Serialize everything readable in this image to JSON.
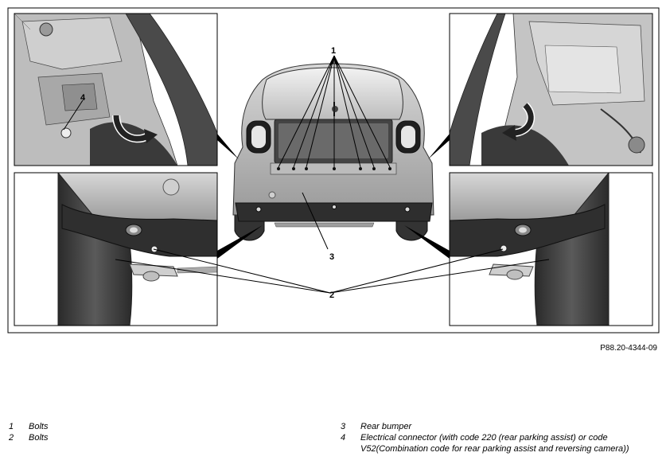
{
  "diagram": {
    "callouts": {
      "c1": "1",
      "c2": "2",
      "c3": "3",
      "c4": "4"
    },
    "figure_code": "P88.20-4344-09",
    "legend": [
      {
        "num": "1",
        "text": "Bolts"
      },
      {
        "num": "2",
        "text": "Bolts"
      },
      {
        "num": "3",
        "text": "Rear bumper"
      },
      {
        "num": "4",
        "text": "Electrical connector (with code 220 (rear parking assist) or code V52(Combination code for rear parking assist and reversing camera))"
      }
    ]
  }
}
